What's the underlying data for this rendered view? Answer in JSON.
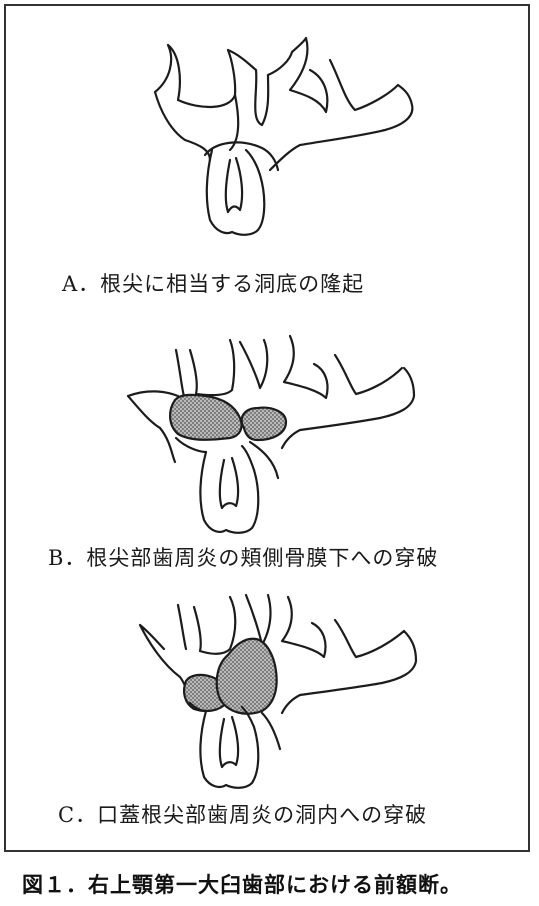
{
  "figure": {
    "panels": [
      {
        "id": "A",
        "caption": "A．根尖に相当する洞底の隆起"
      },
      {
        "id": "B",
        "caption": "B．根尖部歯周炎の頬側骨膜下への穿破"
      },
      {
        "id": "C",
        "caption": "C．口蓋根尖部歯周炎の洞内への穿破"
      }
    ],
    "title": "図１．右上顎第一大臼歯部における前額断。"
  },
  "colors": {
    "outline": "#1c1c1c",
    "lesion_fill": "#9a9a9a",
    "frame": "#333333"
  }
}
